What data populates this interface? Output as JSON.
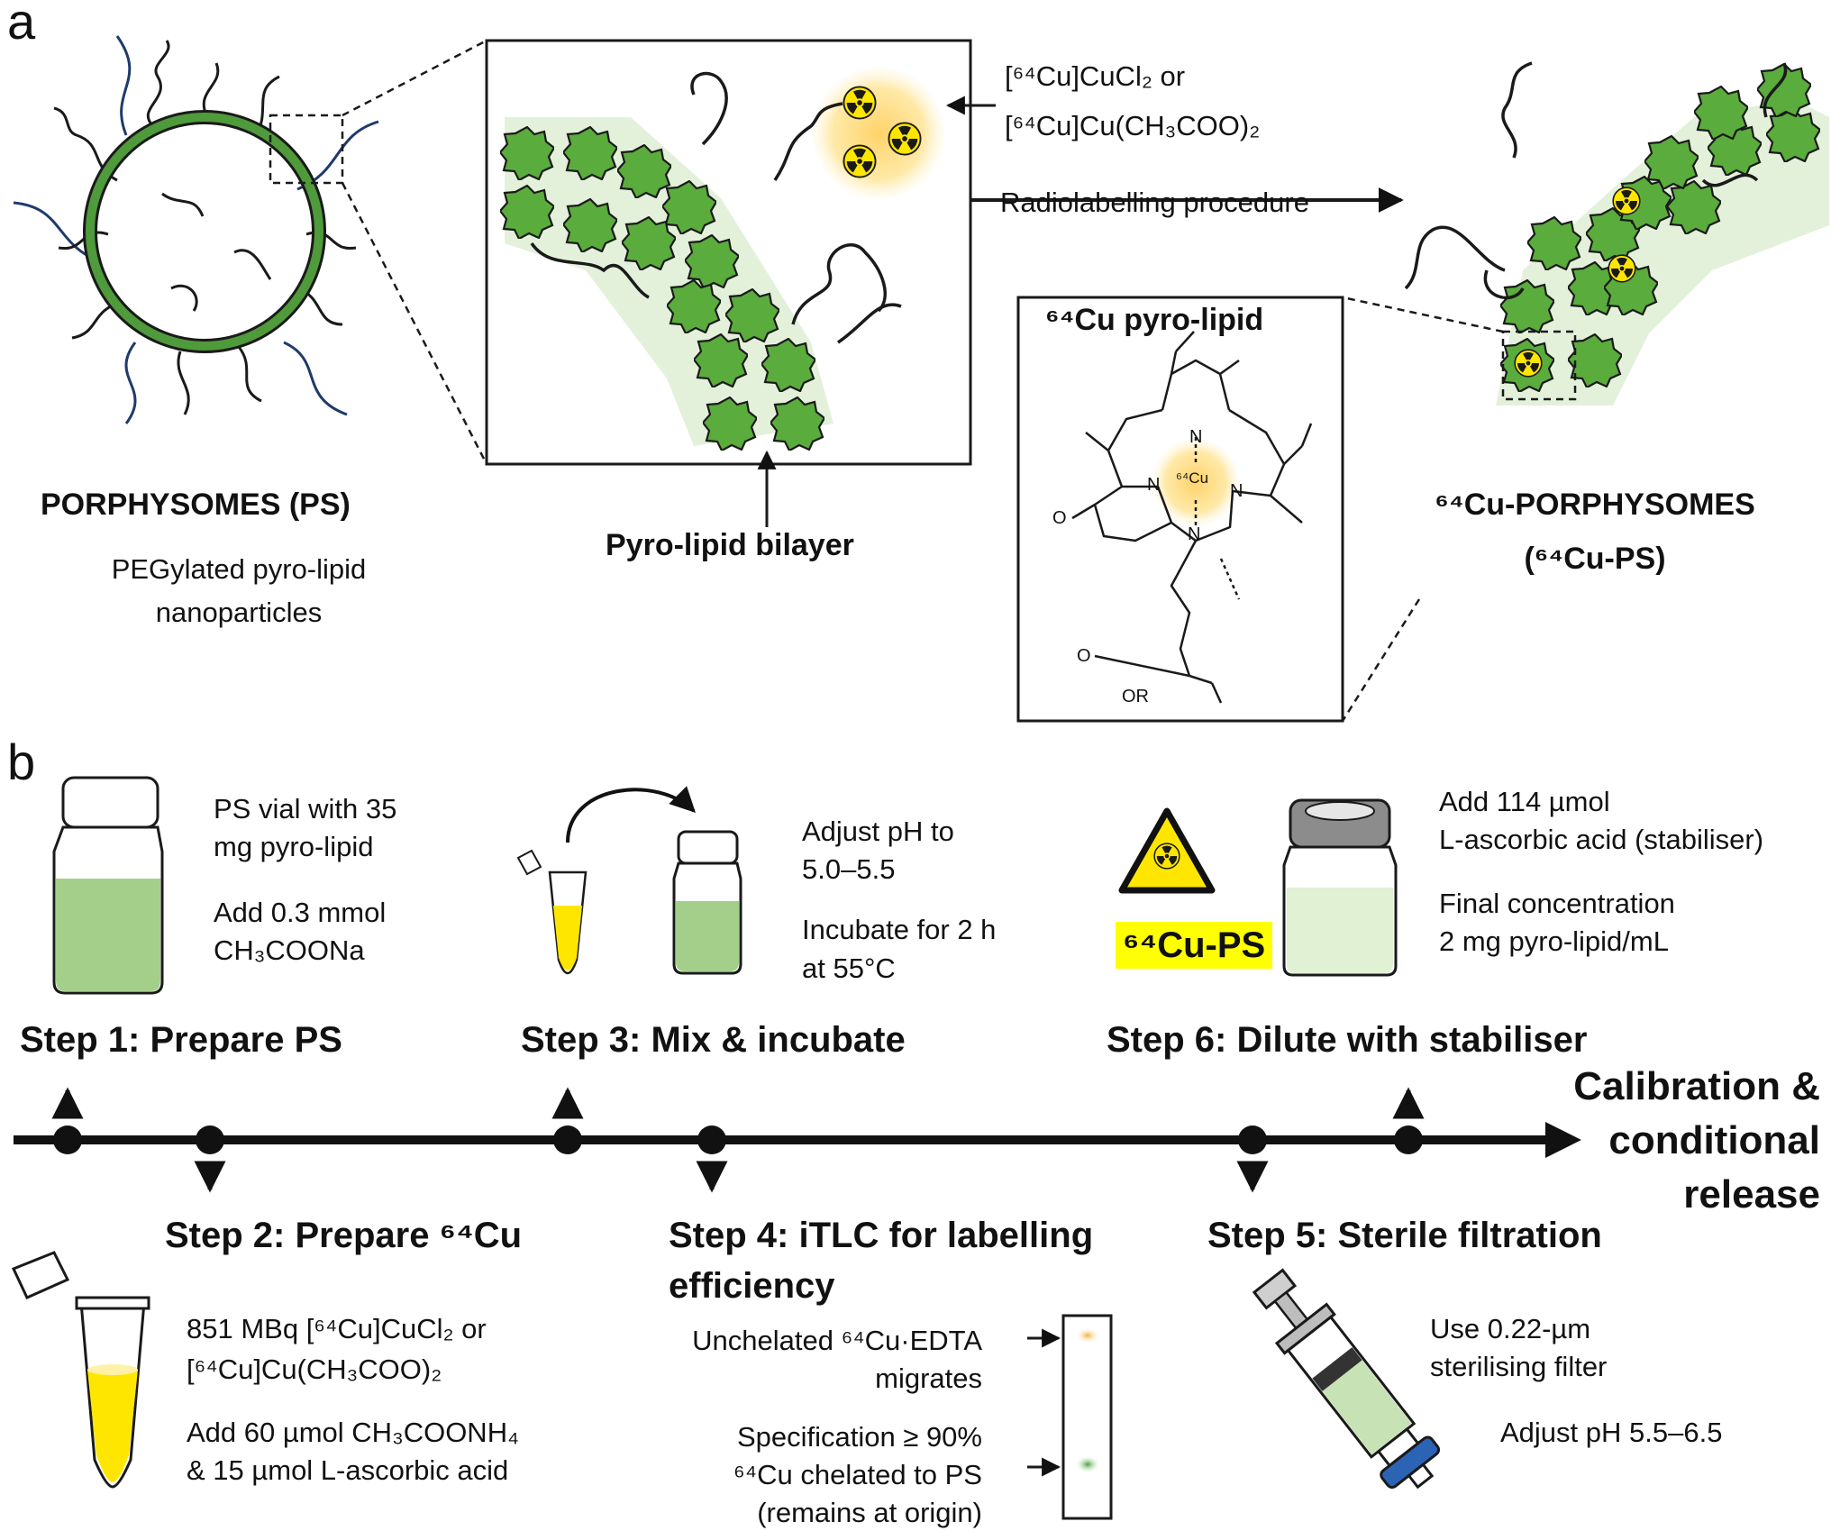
{
  "panel_a": {
    "panel_label": "a",
    "ps_title": "PORPHYSOMES (PS)",
    "ps_subtitle_line1": "PEGylated pyro-lipid",
    "ps_subtitle_line2": "nanoparticles",
    "bilayer_label": "Pyro-lipid bilayer",
    "copper_source_line1": "[⁶⁴Cu]CuCl₂ or",
    "copper_source_line2": "[⁶⁴Cu]Cu(CH₃COO)₂",
    "procedure_label": "Radiolabelling procedure",
    "pyrolipid_title": "⁶⁴Cu pyro-lipid",
    "cu_ps_title": "⁶⁴Cu-PORPHYSOMES",
    "cu_ps_subtitle": "(⁶⁴Cu-PS)",
    "chem": {
      "metal": "⁶⁴Cu",
      "n_label": "N",
      "o_label": "O",
      "or_label": "OR"
    }
  },
  "panel_b": {
    "panel_label": "b",
    "step1": {
      "title": "Step 1: Prepare PS",
      "note1_line1": "PS vial with 35",
      "note1_line2": "mg pyro-lipid",
      "note2_line1": "Add 0.3 mmol",
      "note2_line2": "CH₃COONa"
    },
    "step2": {
      "title": "Step 2: Prepare ⁶⁴Cu",
      "note1_line1": "851 MBq [⁶⁴Cu]CuCl₂ or",
      "note1_line2": "[⁶⁴Cu]Cu(CH₃COO)₂",
      "note2_line1": "Add 60 µmol CH₃COONH₄",
      "note2_line2": "& 15 µmol L-ascorbic acid"
    },
    "step3": {
      "title": "Step 3: Mix & incubate",
      "note1_line1": "Adjust pH to",
      "note1_line2": "5.0–5.5",
      "note2_line1": "Incubate for 2 h",
      "note2_line2": "at 55°C"
    },
    "step4": {
      "title_line1": "Step 4: iTLC for labelling",
      "title_line2": "efficiency",
      "note1_line1": "Unchelated ⁶⁴Cu·EDTA",
      "note1_line2": "migrates",
      "note2_line1": "Specification ≥ 90%",
      "note2_line2": "⁶⁴Cu chelated to PS",
      "note2_line3": "(remains at origin)"
    },
    "step5": {
      "title": "Step 5: Sterile filtration",
      "note1_line1": "Use 0.22-µm",
      "note1_line2": "sterilising filter",
      "note2": "Adjust pH 5.5–6.5"
    },
    "step6": {
      "title": "Step 6: Dilute with stabiliser",
      "product_label": "⁶⁴Cu-PS",
      "note1_line1": "Add 114 µmol",
      "note1_line2": "L-ascorbic acid (stabiliser)",
      "note2_line1": "Final concentration",
      "note2_line2": "2 mg pyro-lipid/mL"
    },
    "final": {
      "line1": "Calibration &",
      "line2": "conditional",
      "line3": "release"
    }
  },
  "colors": {
    "green_ring": "#4f9a3a",
    "green_blob": "#5aac3c",
    "green_light": "#e3f1da",
    "liquid_green": "#a3cf8a",
    "liquid_pale": "#e1f1d3",
    "yellow": "#ffe600",
    "peg_blue": "#1f3a6b"
  },
  "icons": [
    "radiation-icon",
    "vial-icon",
    "tube-icon",
    "syringe-icon",
    "filter-icon",
    "arrow-icon"
  ]
}
